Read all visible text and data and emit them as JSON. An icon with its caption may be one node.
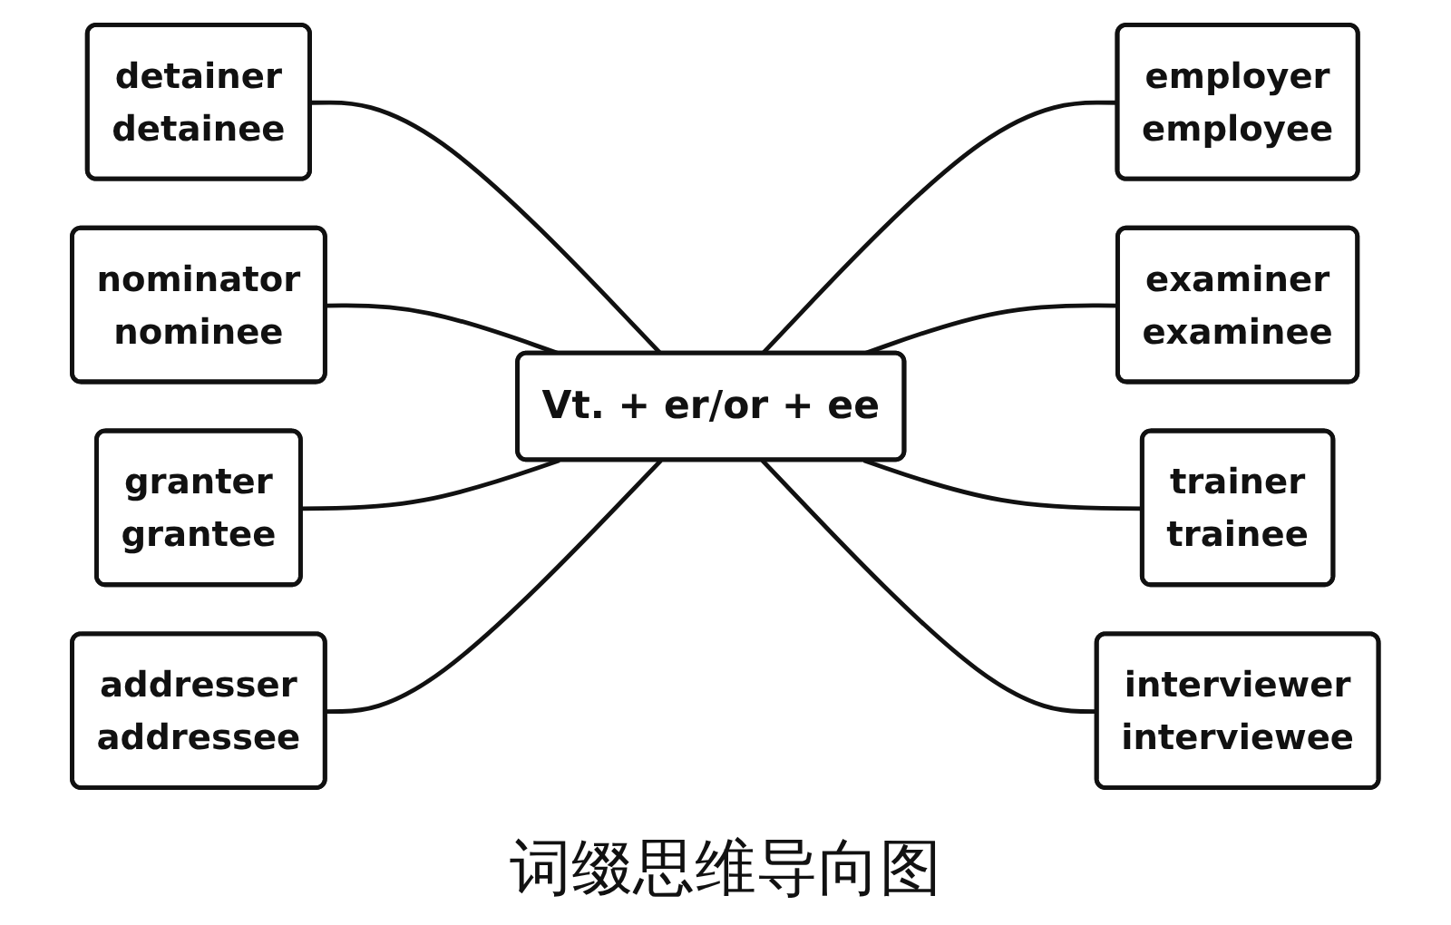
{
  "diagram": {
    "caption": "词缀思维导向图",
    "nodes": [
      {
        "text": [
          "detainer",
          "detainee"
        ]
      },
      {
        "text": [
          "employer",
          "employee"
        ]
      },
      {
        "text": [
          "nominator",
          "nominee"
        ]
      },
      {
        "text": [
          "examiner",
          "examinee"
        ]
      },
      {
        "text": [
          "Vt. + er/or + ee"
        ]
      },
      {
        "text": [
          "granter",
          "grantee"
        ]
      },
      {
        "text": [
          "trainer",
          "trainee"
        ]
      },
      {
        "text": [
          "addresser",
          "addressee"
        ]
      },
      {
        "text": [
          "interviewer",
          "interviewee"
        ]
      }
    ],
    "edges": [
      {
        "from": 0,
        "to": 4,
        "arrow": "none"
      },
      {
        "from": 2,
        "to": 4,
        "arrow": "none"
      },
      {
        "from": 5,
        "to": 4,
        "arrow": "none"
      },
      {
        "from": 7,
        "to": 4,
        "arrow": "none"
      },
      {
        "from": 4,
        "to": 1,
        "arrow": "none"
      },
      {
        "from": 4,
        "to": 3,
        "arrow": "none"
      },
      {
        "from": 4,
        "to": 6,
        "arrow": "none"
      },
      {
        "from": 4,
        "to": 8,
        "arrow": "none"
      }
    ]
  }
}
